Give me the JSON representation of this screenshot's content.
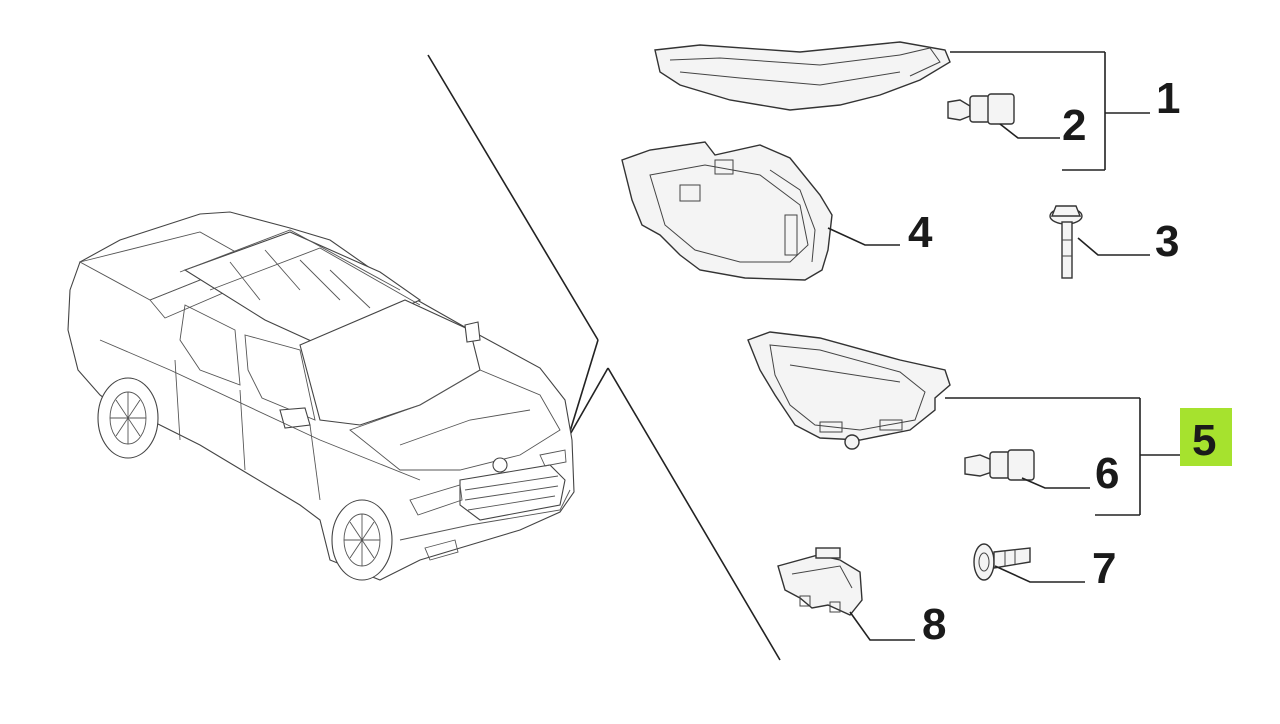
{
  "callouts": [
    {
      "id": "1",
      "label": "1"
    },
    {
      "id": "2",
      "label": "2"
    },
    {
      "id": "3",
      "label": "3"
    },
    {
      "id": "4",
      "label": "4"
    },
    {
      "id": "5",
      "label": "5",
      "highlighted": true
    },
    {
      "id": "6",
      "label": "6"
    },
    {
      "id": "7",
      "label": "7"
    },
    {
      "id": "8",
      "label": "8"
    }
  ],
  "colors": {
    "highlight": "#a6e22e",
    "line": "#222222",
    "part_fill": "#f4f4f4"
  },
  "icons": [
    "pickup-truck-illustration",
    "headlamp-part",
    "bulb-part",
    "bracket-part",
    "bolt-part",
    "fog-lamp-housing-part",
    "screw-part",
    "cover-part"
  ]
}
